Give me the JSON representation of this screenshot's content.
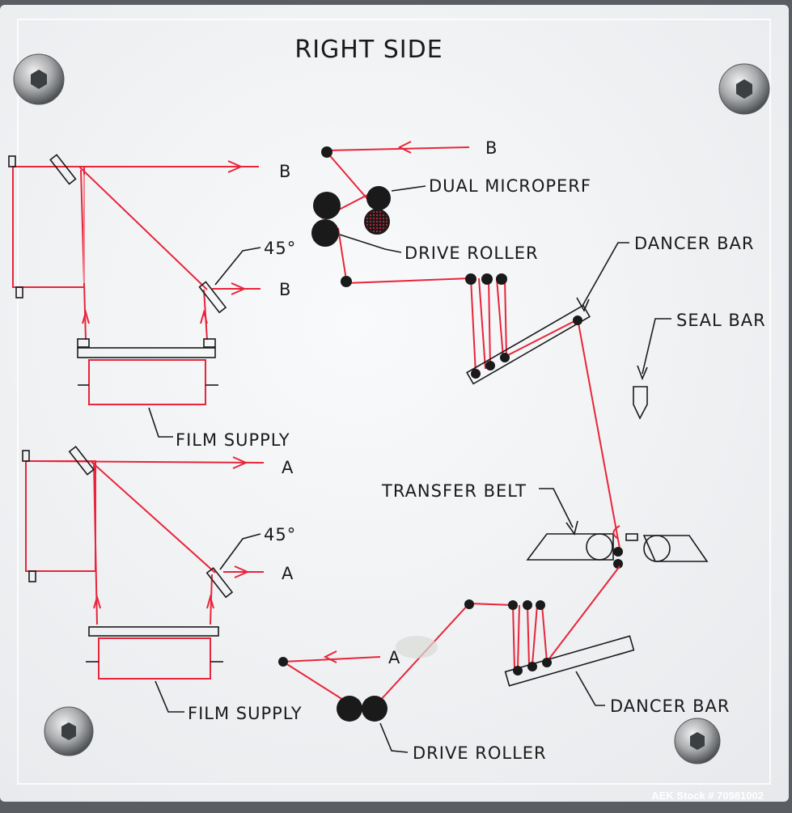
{
  "title": "RIGHT SIDE",
  "labels": {
    "b_top": "B",
    "b_upper_left": "B",
    "b_upper_right": "B",
    "angle_upper": "45°",
    "dual_microperf": "DUAL MICROPERF",
    "drive_roller_upper": "DRIVE ROLLER",
    "dancer_bar_upper": "DANCER BAR",
    "seal_bar": "SEAL BAR",
    "film_supply_upper": "FILM SUPPLY",
    "a_upper": "A",
    "a_lower": "A",
    "a_bottom": "A",
    "angle_lower": "45°",
    "transfer_belt": "TRANSFER BELT",
    "film_supply_lower": "FILM SUPPLY",
    "dancer_bar_lower": "DANCER BAR",
    "drive_roller_lower": "DRIVE ROLLER"
  },
  "watermark": "AEK Stock # 70981002",
  "colors": {
    "film_path": "#e8253a",
    "ink": "#1a1a1a",
    "panel": "#f4f5f7"
  },
  "icons": [
    "hex-socket-screw-icon"
  ]
}
